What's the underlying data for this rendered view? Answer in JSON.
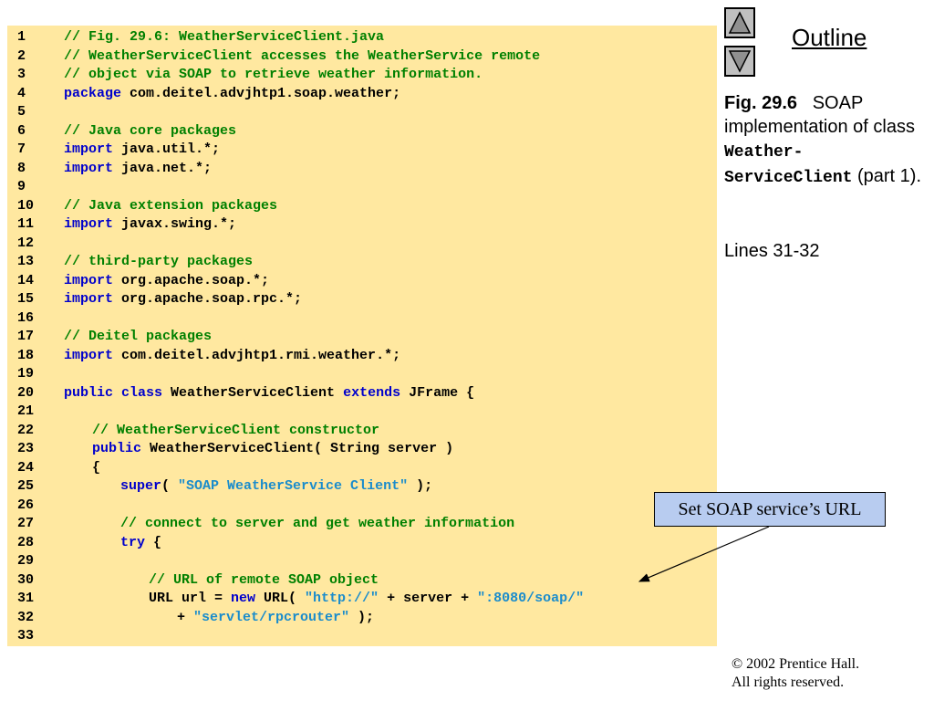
{
  "code": {
    "lines": [
      {
        "n": "1",
        "indent": 0,
        "parts": [
          {
            "t": "cm",
            "s": "// Fig. 29.6: WeatherServiceClient.java"
          }
        ]
      },
      {
        "n": "2",
        "indent": 0,
        "parts": [
          {
            "t": "cm",
            "s": "// WeatherServiceClient accesses the WeatherService remote"
          }
        ]
      },
      {
        "n": "3",
        "indent": 0,
        "parts": [
          {
            "t": "cm",
            "s": "// object via SOAP to retrieve weather information."
          }
        ]
      },
      {
        "n": "4",
        "indent": 0,
        "parts": [
          {
            "t": "kw",
            "s": "package"
          },
          {
            "t": "tx",
            "s": " com.deitel.advjhtp1.soap.weather;"
          }
        ]
      },
      {
        "n": "5",
        "indent": 0,
        "parts": []
      },
      {
        "n": "6",
        "indent": 0,
        "parts": [
          {
            "t": "cm",
            "s": "// Java core packages"
          }
        ]
      },
      {
        "n": "7",
        "indent": 0,
        "parts": [
          {
            "t": "kw",
            "s": "import"
          },
          {
            "t": "tx",
            "s": " java.util.*;"
          }
        ]
      },
      {
        "n": "8",
        "indent": 0,
        "parts": [
          {
            "t": "kw",
            "s": "import"
          },
          {
            "t": "tx",
            "s": " java.net.*;"
          }
        ]
      },
      {
        "n": "9",
        "indent": 0,
        "parts": []
      },
      {
        "n": "10",
        "indent": 0,
        "parts": [
          {
            "t": "cm",
            "s": "// Java extension packages"
          }
        ]
      },
      {
        "n": "11",
        "indent": 0,
        "parts": [
          {
            "t": "kw",
            "s": "import"
          },
          {
            "t": "tx",
            "s": " javax.swing.*;"
          }
        ]
      },
      {
        "n": "12",
        "indent": 0,
        "parts": []
      },
      {
        "n": "13",
        "indent": 0,
        "parts": [
          {
            "t": "cm",
            "s": "// third-party packages"
          }
        ]
      },
      {
        "n": "14",
        "indent": 0,
        "parts": [
          {
            "t": "kw",
            "s": "import"
          },
          {
            "t": "tx",
            "s": " org.apache.soap.*;"
          }
        ]
      },
      {
        "n": "15",
        "indent": 0,
        "parts": [
          {
            "t": "kw",
            "s": "import"
          },
          {
            "t": "tx",
            "s": " org.apache.soap.rpc.*;"
          }
        ]
      },
      {
        "n": "16",
        "indent": 0,
        "parts": []
      },
      {
        "n": "17",
        "indent": 0,
        "parts": [
          {
            "t": "cm",
            "s": "// Deitel packages"
          }
        ]
      },
      {
        "n": "18",
        "indent": 0,
        "parts": [
          {
            "t": "kw",
            "s": "import"
          },
          {
            "t": "tx",
            "s": " com.deitel.advjhtp1.rmi.weather.*;"
          }
        ]
      },
      {
        "n": "19",
        "indent": 0,
        "parts": []
      },
      {
        "n": "20",
        "indent": 0,
        "parts": [
          {
            "t": "kw",
            "s": "public class"
          },
          {
            "t": "tx",
            "s": " WeatherServiceClient "
          },
          {
            "t": "kw",
            "s": "extends"
          },
          {
            "t": "tx",
            "s": " JFrame {"
          }
        ]
      },
      {
        "n": "21",
        "indent": 0,
        "parts": []
      },
      {
        "n": "22",
        "indent": 1,
        "parts": [
          {
            "t": "cm",
            "s": "// WeatherServiceClient constructor"
          }
        ]
      },
      {
        "n": "23",
        "indent": 1,
        "parts": [
          {
            "t": "kw",
            "s": "public"
          },
          {
            "t": "tx",
            "s": " WeatherServiceClient( String server )"
          }
        ]
      },
      {
        "n": "24",
        "indent": 1,
        "parts": [
          {
            "t": "tx",
            "s": "{"
          }
        ]
      },
      {
        "n": "25",
        "indent": 2,
        "parts": [
          {
            "t": "kw",
            "s": "super"
          },
          {
            "t": "tx",
            "s": "( "
          },
          {
            "t": "st",
            "s": "\"SOAP WeatherService Client\""
          },
          {
            "t": "tx",
            "s": " );"
          }
        ]
      },
      {
        "n": "26",
        "indent": 0,
        "parts": []
      },
      {
        "n": "27",
        "indent": 2,
        "parts": [
          {
            "t": "cm",
            "s": "// connect to server and get weather information"
          }
        ]
      },
      {
        "n": "28",
        "indent": 2,
        "parts": [
          {
            "t": "kw",
            "s": "try"
          },
          {
            "t": "tx",
            "s": " {"
          }
        ]
      },
      {
        "n": "29",
        "indent": 0,
        "parts": []
      },
      {
        "n": "30",
        "indent": 3,
        "parts": [
          {
            "t": "cm",
            "s": "// URL of remote SOAP object"
          }
        ]
      },
      {
        "n": "31",
        "indent": 3,
        "parts": [
          {
            "t": "tx",
            "s": "URL url = "
          },
          {
            "t": "kw",
            "s": "new"
          },
          {
            "t": "tx",
            "s": " URL( "
          },
          {
            "t": "st",
            "s": "\"http://\""
          },
          {
            "t": "tx",
            "s": " + server + "
          },
          {
            "t": "st",
            "s": "\":8080/soap/\""
          }
        ]
      },
      {
        "n": "32",
        "indent": 4,
        "parts": [
          {
            "t": "tx",
            "s": "+ "
          },
          {
            "t": "st",
            "s": "\"servlet/rpcrouter\""
          },
          {
            "t": "tx",
            "s": " );"
          }
        ]
      },
      {
        "n": "33",
        "indent": 0,
        "parts": []
      }
    ]
  },
  "sidebar": {
    "outline_label": "Outline",
    "caption": {
      "fig_label": "Fig. 29.6",
      "text_before": "SOAP implementation of class ",
      "class_name": "Weather-ServiceClient",
      "text_after": " (part 1)."
    },
    "lines_ref": "Lines 31-32",
    "nav_up_icon": "triangle-up-icon",
    "nav_down_icon": "triangle-down-icon"
  },
  "callout": {
    "text": "Set SOAP service’s URL",
    "background": "#b8ccf0"
  },
  "copyright": {
    "line1": "© 2002 Prentice Hall.",
    "line2": "All rights reserved."
  },
  "colors": {
    "code_background": "#ffe8a0",
    "comment": "#008000",
    "keyword": "#0000cc",
    "string": "#1a8ccc"
  }
}
